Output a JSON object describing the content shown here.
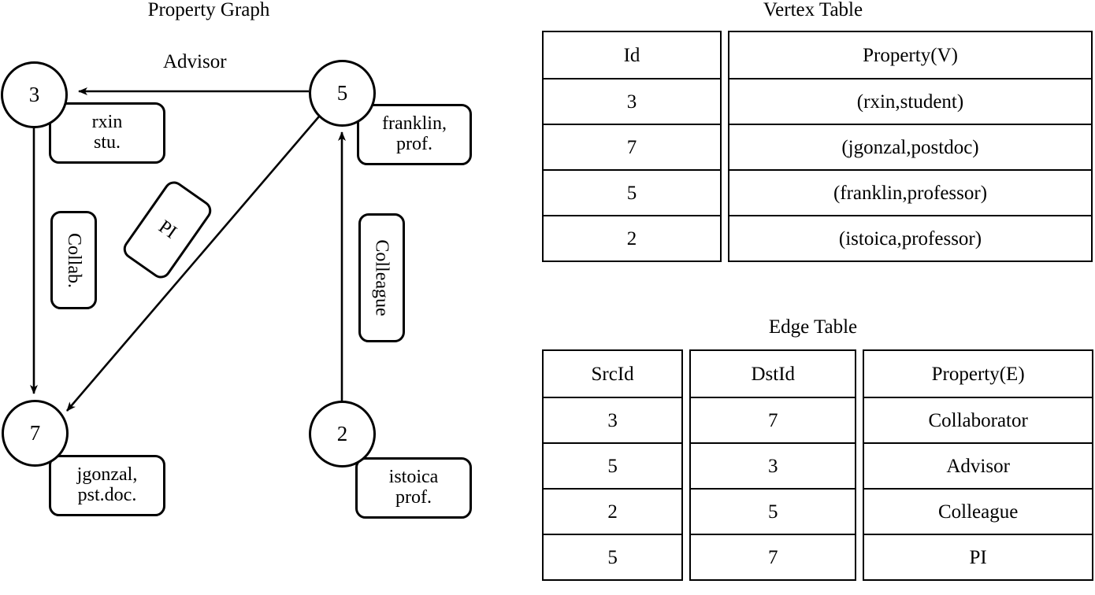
{
  "figure": {
    "graph_title": "Property Graph",
    "vertex_table_title": "Vertex Table",
    "edge_table_title": "Edge Table"
  },
  "graph": {
    "nodes": [
      {
        "id": "3",
        "property_lines": [
          "rxin",
          "stu."
        ]
      },
      {
        "id": "5",
        "property_lines": [
          "franklin,",
          "prof."
        ]
      },
      {
        "id": "7",
        "property_lines": [
          "jgonzal,",
          "pst.doc."
        ]
      },
      {
        "id": "2",
        "property_lines": [
          "istoica",
          "prof."
        ]
      }
    ],
    "edge_labels": {
      "advisor": "Advisor",
      "collaborator": "Collab.",
      "pi": "PI",
      "colleague": "Colleague"
    }
  },
  "vertex_table": {
    "headers": [
      "Id",
      "Property(V)"
    ],
    "rows": [
      [
        "3",
        "(rxin,student)"
      ],
      [
        "7",
        "(jgonzal,postdoc)"
      ],
      [
        "5",
        "(franklin,professor)"
      ],
      [
        "2",
        "(istoica,professor)"
      ]
    ]
  },
  "edge_table": {
    "headers": [
      "SrcId",
      "DstId",
      "Property(E)"
    ],
    "rows": [
      [
        "3",
        "7",
        "Collaborator"
      ],
      [
        "5",
        "3",
        "Advisor"
      ],
      [
        "2",
        "5",
        "Colleague"
      ],
      [
        "5",
        "7",
        "PI"
      ]
    ]
  },
  "colors": {
    "stroke": "#000000",
    "background": "#ffffff"
  }
}
